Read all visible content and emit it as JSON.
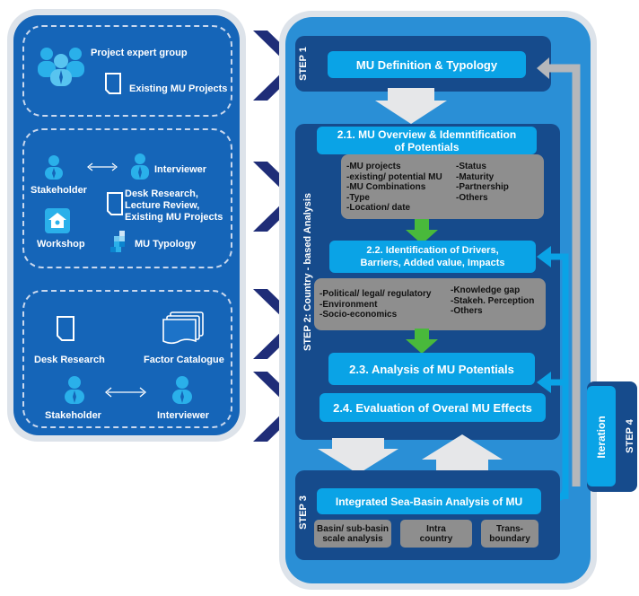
{
  "left_panel": {
    "group1": {
      "expert_group": "Project expert group",
      "existing_projects": "Existing MU Projects"
    },
    "group2": {
      "stakeholder": "Stakeholder",
      "interviewer": "Interviewer",
      "desk_research": [
        "Desk Research,",
        "Lecture Review,",
        "Existing MU Projects"
      ],
      "workshop": "Workshop",
      "mu_typology": "MU Typology"
    },
    "group3": {
      "desk_research": "Desk Research",
      "factor_catalogue": "Factor Catalogue",
      "stakeholder": "Stakeholder",
      "interviewer": "Interviewer"
    }
  },
  "step1": {
    "label": "STEP 1",
    "box": "MU Definition & Typology"
  },
  "step2": {
    "label": "STEP 2: Country - based Analysis",
    "box_2_1": [
      "2.1. MU Overview & Idemntification",
      "of Potentials"
    ],
    "list_2_1_left": [
      "-MU projects",
      "-existing/ potential MU",
      "-MU Combinations",
      "-Type",
      "-Location/ date"
    ],
    "list_2_1_right": [
      "-Status",
      "-Maturity",
      "-Partnership",
      "-Others"
    ],
    "box_2_2": [
      "2.2. Identification of Drivers,",
      "Barriers, Added value, Impacts"
    ],
    "list_2_2_left": [
      "-Political/ legal/ regulatory",
      "-Environment",
      "-Socio-economics"
    ],
    "list_2_2_right": [
      "-Knowledge gap",
      "-Stakeh. Perception",
      "-Others"
    ],
    "box_2_3": "2.3. Analysis of MU Potentials",
    "box_2_4": "2.4. Evaluation of Overal MU Effects"
  },
  "step3": {
    "label": "STEP 3",
    "box": "Integrated Sea-Basin Analysis of MU",
    "sub": [
      [
        "Basin/ sub-basin",
        "scale analysis"
      ],
      [
        "Intra",
        "country"
      ],
      [
        "Trans-",
        "boundary"
      ]
    ]
  },
  "step4": {
    "label": "STEP 4",
    "iteration": "Iteration"
  },
  "colors": {
    "left_panel": "#1565b8",
    "right_panel": "#2a8fd6",
    "dark_box": "#164b8c",
    "light_box": "#0aa3e6",
    "grey_box": "#8e8e8e",
    "arrow_navy": "#1f2d78",
    "arrow_green": "#49b93b"
  }
}
